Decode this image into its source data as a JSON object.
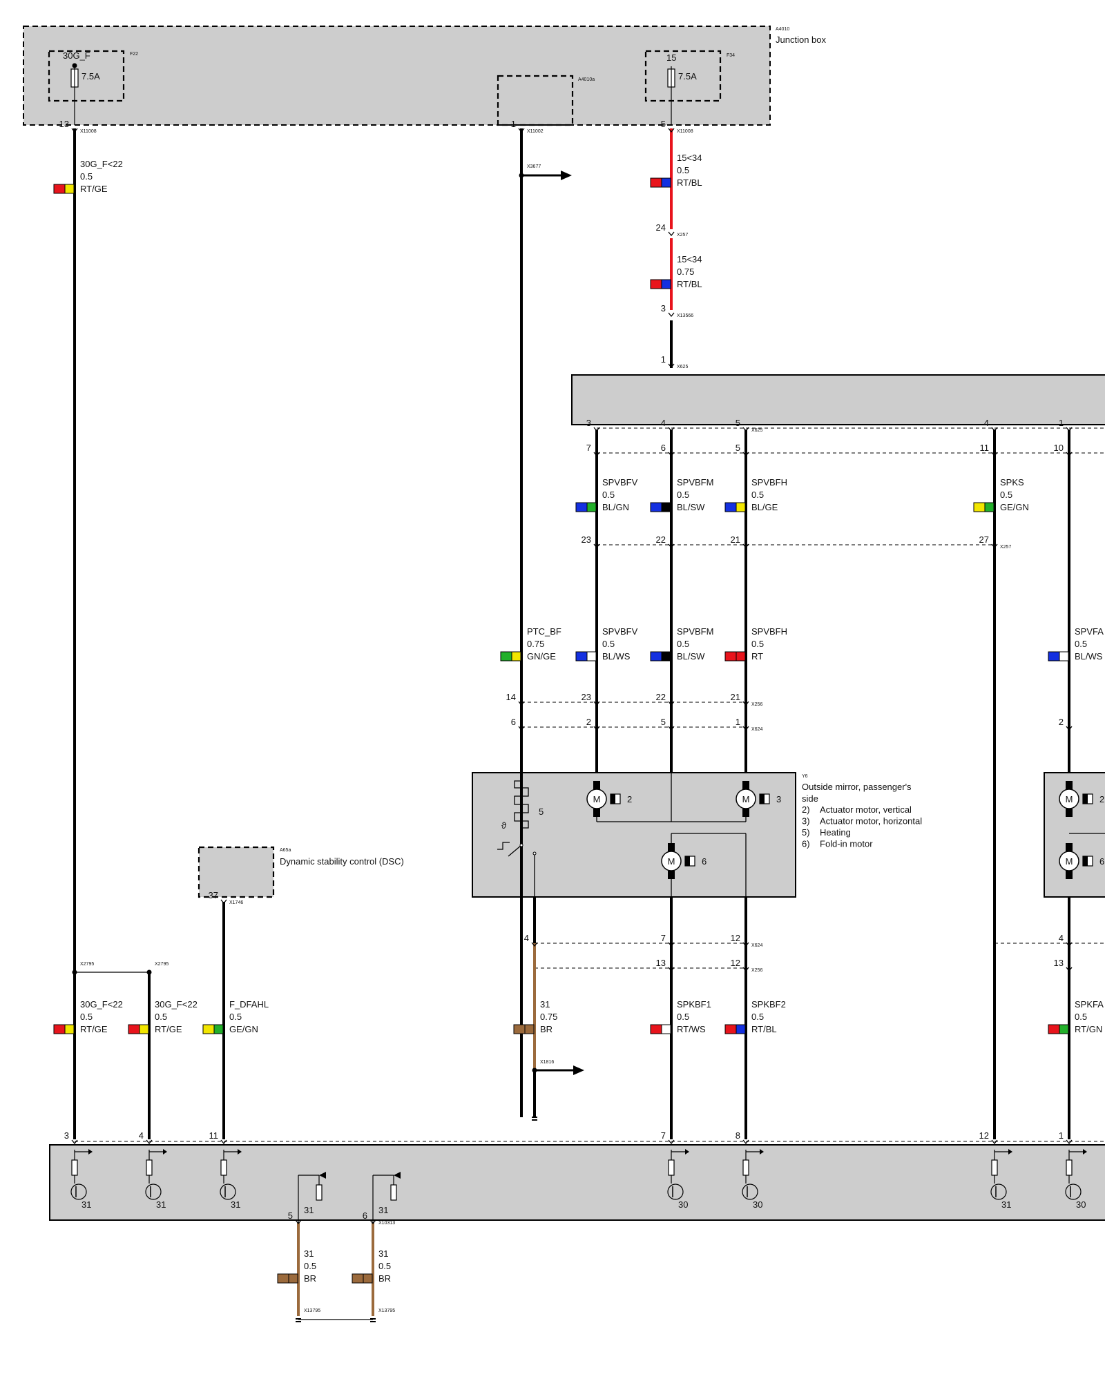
{
  "colors": {
    "RT": "#e8141c",
    "GE": "#f2e600",
    "BL": "#1430e0",
    "GN": "#22b02a",
    "SW": "#000000",
    "WS": "#ffffff",
    "BR": "#9b6a3c",
    "box_fill": "#cdcdcd",
    "wire": "#000000",
    "wire_red": "#e8141c",
    "wire_brown": "#9b6a3c"
  },
  "components": {
    "junction_box": {
      "id": "A4010",
      "name": "Junction box"
    },
    "sub_box": {
      "id": "A4010a"
    },
    "fuse_f22": {
      "id": "F22",
      "terminal": "30G_F",
      "rating": "7.5A"
    },
    "fuse_f34": {
      "id": "F34",
      "terminal": "15",
      "rating": "7.5A"
    },
    "dsc": {
      "id": "A65a",
      "name": "Dynamic stability control (DSC)"
    },
    "mirror": {
      "id": "Y6",
      "name_line1": "Outside mirror, passenger's",
      "name_line2": "side",
      "legend": [
        {
          "num": "2)",
          "text": "Actuator motor, vertical"
        },
        {
          "num": "3)",
          "text": "Actuator motor, horizontal"
        },
        {
          "num": "5)",
          "text": "Heating"
        },
        {
          "num": "6)",
          "text": "Fold-in motor"
        }
      ],
      "labels": {
        "heater": "5",
        "motor_v": "2",
        "motor_h": "3",
        "motor_fold": "6",
        "theta": "ϑ"
      }
    },
    "right_unit": {
      "labels": {
        "a": "2",
        "b": "6"
      }
    }
  },
  "connectors": [
    "X11008",
    "X11002",
    "X11008",
    "X3677",
    "X257",
    "X13566",
    "X625",
    "X625",
    "X257",
    "X256",
    "X624",
    "A4010",
    "F22",
    "F34",
    "A4010a",
    "X2795",
    "X2795",
    "X1746",
    "A65a",
    "Y6",
    "X624",
    "X256",
    "X1816",
    "X10313",
    "X13795",
    "X13795"
  ],
  "pins": [
    "13",
    "1",
    "5",
    "24",
    "3",
    "1",
    "3",
    "4",
    "5",
    "4",
    "1",
    "7",
    "6",
    "5",
    "11",
    "10",
    "23",
    "22",
    "21",
    "27",
    "14",
    "23",
    "22",
    "21",
    "6",
    "2",
    "5",
    "1",
    "2",
    "37",
    "3",
    "4",
    "7",
    "12",
    "13",
    "12",
    "4",
    "3",
    "4",
    "11",
    "7",
    "8",
    "12",
    "1",
    "5",
    "6"
  ],
  "wires": [
    {
      "name": "30G_F<22",
      "size": "0.5",
      "color": "RT/GE"
    },
    {
      "name": "15<34",
      "size": "0.5",
      "color": "RT/BL"
    },
    {
      "name": "15<34",
      "size": "0.75",
      "color": "RT/BL"
    },
    {
      "name": "SPVBFV",
      "size": "0.5",
      "color": "BL/GN"
    },
    {
      "name": "SPVBFM",
      "size": "0.5",
      "color": "BL/SW"
    },
    {
      "name": "SPVBFH",
      "size": "0.5",
      "color": "BL/GE"
    },
    {
      "name": "SPKS",
      "size": "0.5",
      "color": "GE/GN"
    },
    {
      "name": "PTC_BF",
      "size": "0.75",
      "color": "GN/GE"
    },
    {
      "name": "SPVBFV",
      "size": "0.5",
      "color": "BL/WS"
    },
    {
      "name": "SPVBFM",
      "size": "0.5",
      "color": "BL/SW"
    },
    {
      "name": "SPVBFH",
      "size": "0.5",
      "color": "RT"
    },
    {
      "name": "SPVFA",
      "size": "0.5",
      "color": "BL/WS"
    },
    {
      "name": "30G_F<22",
      "size": "0.5",
      "color": "RT/GE"
    },
    {
      "name": "30G_F<22",
      "size": "0.5",
      "color": "RT/GE"
    },
    {
      "name": "F_DFAHL",
      "size": "0.5",
      "color": "GE/GN"
    },
    {
      "name": "31",
      "size": "0.75",
      "color": "BR"
    },
    {
      "name": "SPKBF1",
      "size": "0.5",
      "color": "RT/WS"
    },
    {
      "name": "SPKBF2",
      "size": "0.5",
      "color": "RT/BL"
    },
    {
      "name": "SPKFA",
      "size": "0.5",
      "color": "RT/GN"
    },
    {
      "name": "31",
      "size": "0.5",
      "color": "BR"
    },
    {
      "name": "31",
      "size": "0.5",
      "color": "BR"
    }
  ],
  "module_outputs": [
    "31",
    "31",
    "31",
    "31",
    "31",
    "30",
    "30",
    "31",
    "30"
  ]
}
